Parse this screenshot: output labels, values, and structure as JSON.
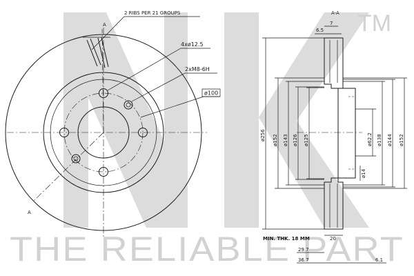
{
  "watermark": {
    "tagline": "THE RELIABLE PART",
    "trademark": "TM"
  },
  "front_view": {
    "section_marker": "A",
    "ribs_note": "2 RIBS PER 21 GROUPS",
    "holes_label": "4xø12.5",
    "threads_label": "2xM8-6H",
    "pcd_label": "ø100"
  },
  "section_view": {
    "title": "A-A",
    "dim_thickness_top": "7",
    "dim_offset_top": "6.5",
    "diameters": [
      "ø256",
      "ø152",
      "ø143",
      "ø126",
      "ø125"
    ],
    "right_diameters": [
      "ø62.2",
      "ø138",
      "ø144",
      "ø152"
    ],
    "dim_small": "ø14",
    "min_thickness": "MIN. THK. 18 MM",
    "dim_disc_width": "20",
    "dim_height_1": "29.7",
    "dim_height_2": "36.7",
    "dim_hub": "6.1"
  },
  "colors": {
    "line": "#1a1a1a",
    "watermark": "#d2d2d2"
  }
}
